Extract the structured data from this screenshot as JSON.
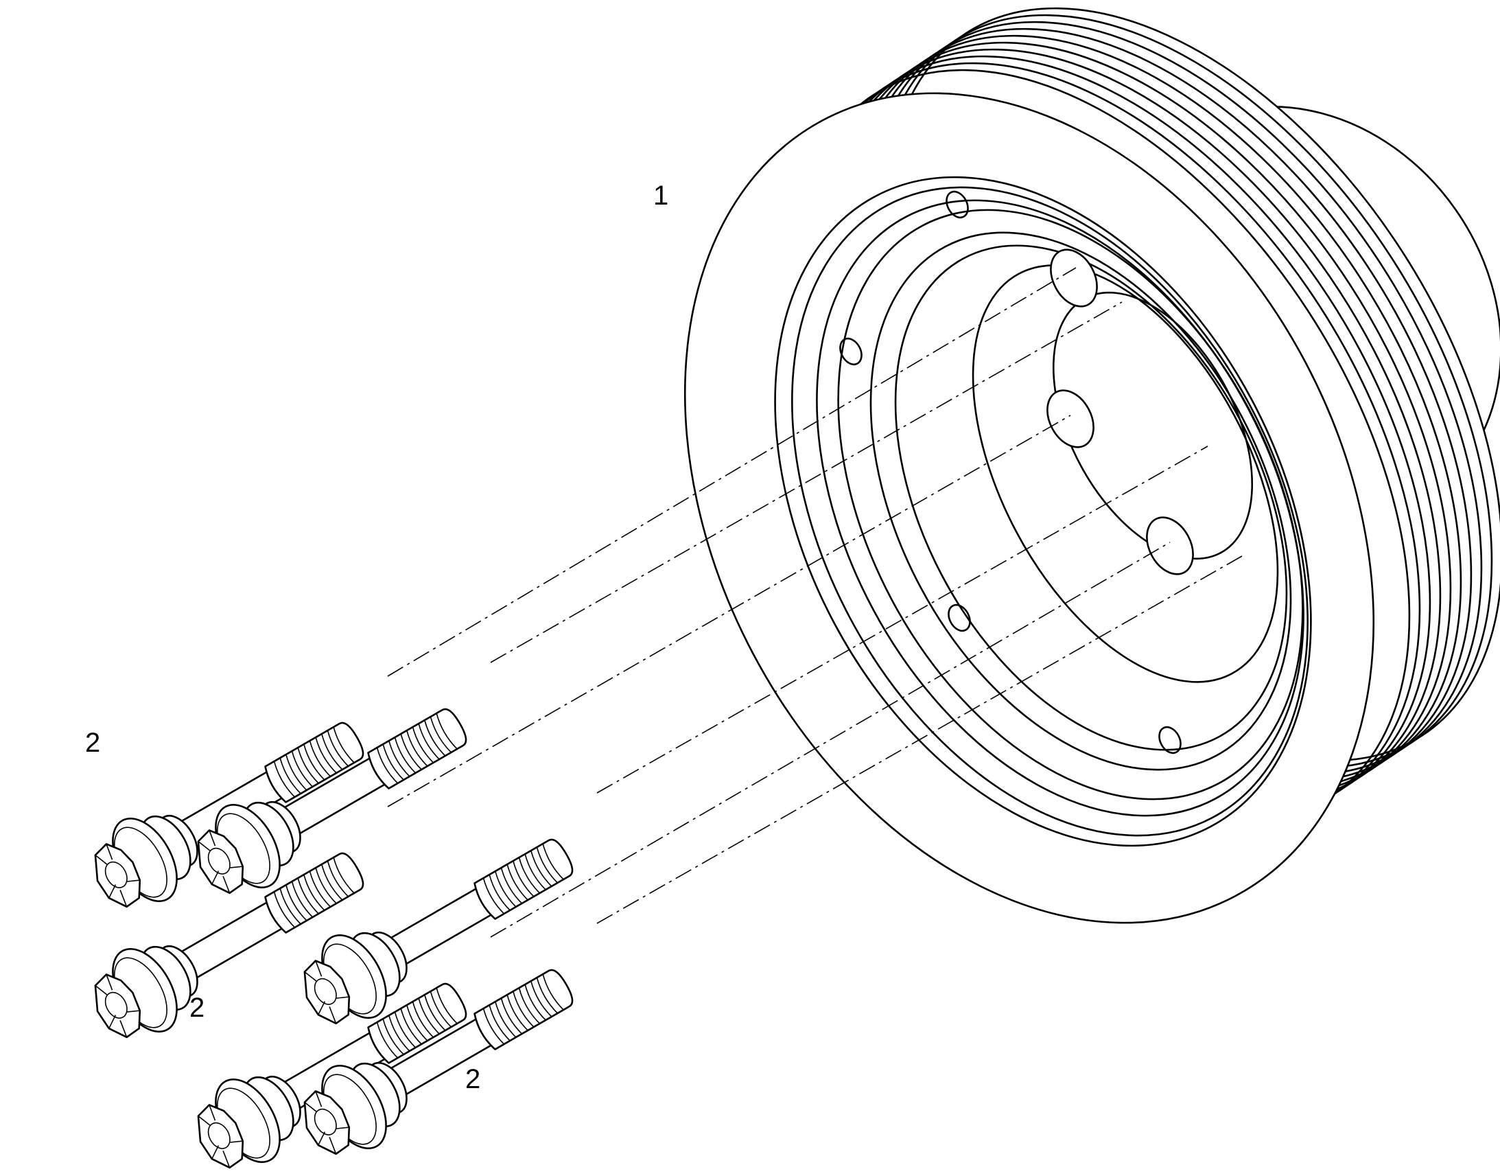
{
  "callouts": {
    "pulley": "1",
    "bolts_upper": "2",
    "bolts_middle": "2",
    "bolts_lower": "2"
  },
  "parts": [
    {
      "id": "vibration-damper-pulley",
      "ref": "1",
      "icon": "pulley-icon"
    },
    {
      "id": "bolt",
      "ref": "2",
      "count": 6,
      "icon": "bolt-icon"
    }
  ],
  "colors": {
    "line": "#000000",
    "background": "#ffffff"
  }
}
